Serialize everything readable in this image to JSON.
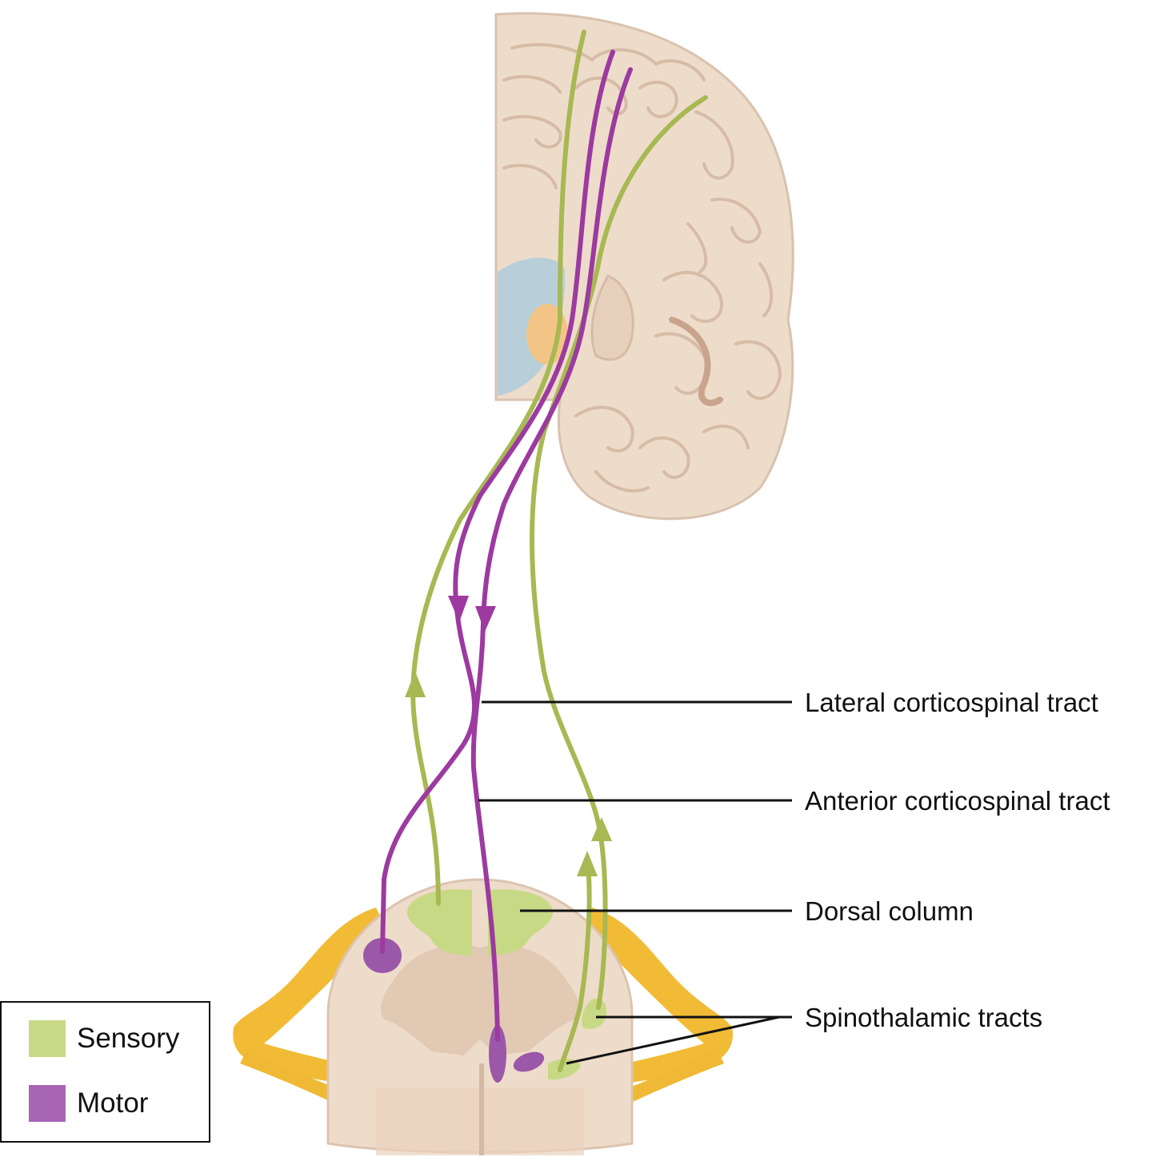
{
  "colors": {
    "sensory": "#a8b852",
    "motor": "#9c3aa0",
    "sensory_fill": "#c8d986",
    "motor_fill": "#9b57a8",
    "tissue": "#eedcca",
    "tissue_dark": "#dcc4b0",
    "nerve": "#f2bb36",
    "ventricle": "#b8cfd9",
    "thalamus": "#f2c586",
    "line": "#111111"
  },
  "labels": {
    "lateral": "Lateral corticospinal tract",
    "anterior": "Anterior corticospinal tract",
    "dorsal": "Dorsal column",
    "spinothalamic": "Spinothalamic tracts"
  },
  "legend": {
    "items": [
      {
        "label": "Sensory",
        "color": "#c8d986"
      },
      {
        "label": "Motor",
        "color": "#a865b4"
      }
    ]
  }
}
